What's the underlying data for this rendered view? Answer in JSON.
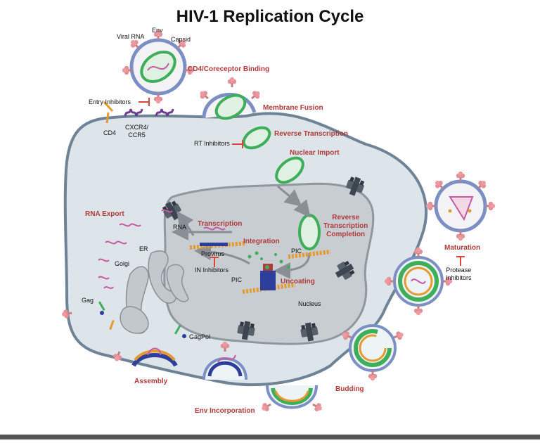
{
  "title": "HIV-1 Replication Cycle",
  "labels": {
    "viral_rna": "Viral RNA",
    "env": "Env",
    "capsid": "Capsid",
    "entry_inhibitors": "Entry Inhibitors",
    "cd4": "CD4",
    "cxcr4_line1": "CXCR4/",
    "cxcr4_line2": "CCR5",
    "rt_inhibitors": "RT Inhibitors",
    "rna": "RNA",
    "provirus": "Provirus",
    "in_inhibitors": "IN Inhibitors",
    "er": "ER",
    "golgi": "Golgi",
    "gag": "Gag",
    "gagpol": "GagPol",
    "pic_1": "PIC",
    "pic_2": "PIC",
    "nucleus": "Nucleus",
    "protease_line1": "Protease",
    "protease_line2": "Inhibitors"
  },
  "steps": {
    "cd4_binding": "CD4/Coreceptor Binding",
    "membrane_fusion": "Membrane Fusion",
    "reverse_transcription": "Reverse Transcription",
    "nuclear_import": "Nuclear Import",
    "rt_completion_line1": "Reverse",
    "rt_completion_line2": "Transcription",
    "rt_completion_line3": "Completion",
    "transcription": "Transcription",
    "integration": "Integration",
    "uncoating": "Uncoating",
    "rna_export": "RNA Export",
    "maturation": "Maturation",
    "assembly": "Assembly",
    "env_incorporation": "Env Incorporation",
    "budding": "Budding"
  },
  "colors": {
    "step_label": "#b03a3a",
    "cell_fill": "#dde4ea",
    "cell_stroke": "#6f8396",
    "nucleus_fill": "#c8cdd2",
    "virion_envelope": "#7b8fc4",
    "capsid": "#3fae5a",
    "env_spike": "#e48f95",
    "rna": "#c95aa0",
    "inhibitor": "#d9463c"
  }
}
